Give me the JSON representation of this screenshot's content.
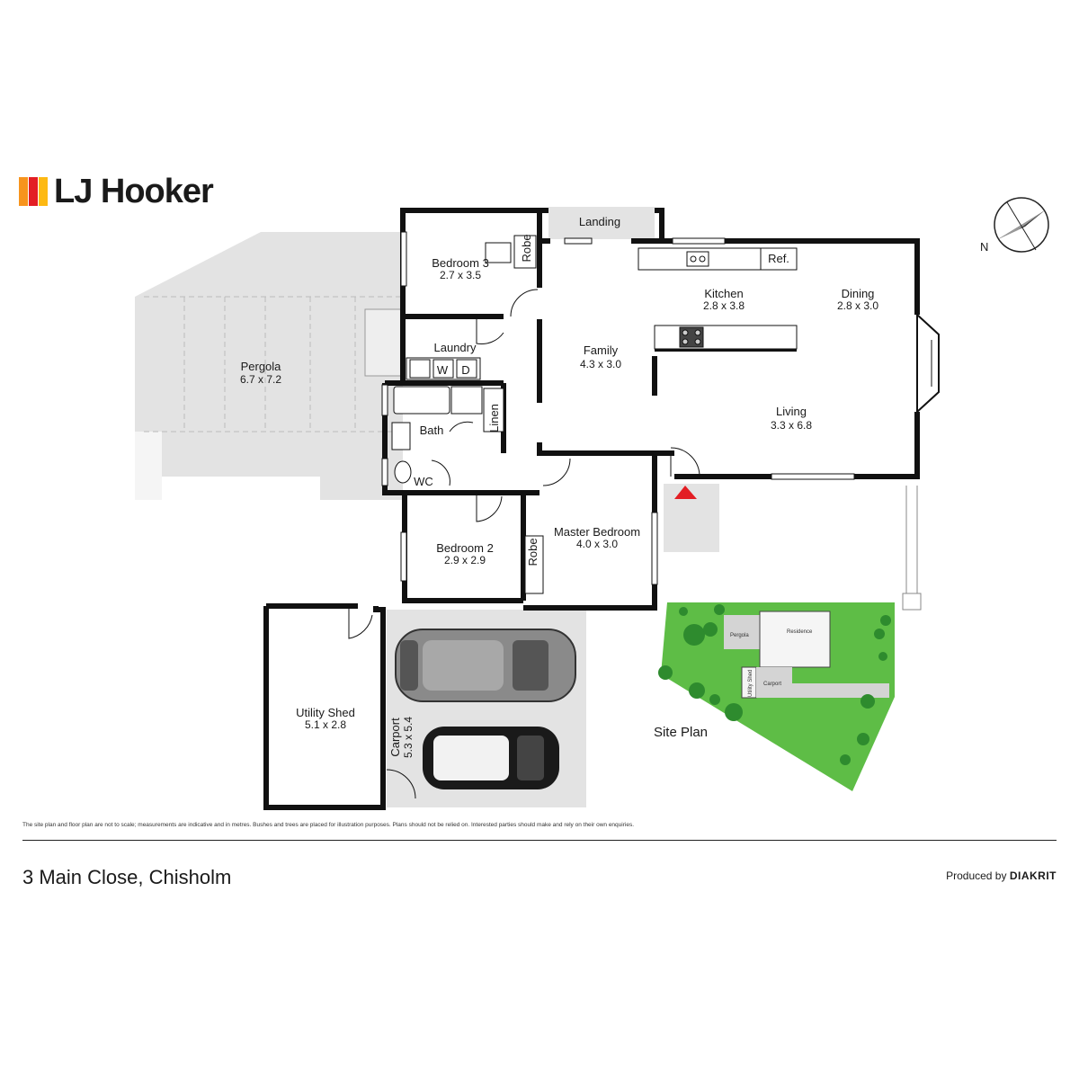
{
  "brand": {
    "name": "LJ Hooker",
    "colors": [
      "#f7941d",
      "#e31e24",
      "#fdb913"
    ]
  },
  "rooms": {
    "pergola": {
      "name": "Pergola",
      "size": "6.7 x 7.2"
    },
    "bedroom3": {
      "name": "Bedroom 3",
      "size": "2.7 x 3.5"
    },
    "robe_top": "Robe",
    "landing": "Landing",
    "ref": "Ref.",
    "kitchen": {
      "name": "Kitchen",
      "size": "2.8 x 3.8"
    },
    "dining": {
      "name": "Dining",
      "size": "2.8 x 3.0"
    },
    "laundry": "Laundry",
    "washer": "W",
    "dryer": "D",
    "family": {
      "name": "Family",
      "size": "4.3 x 3.0"
    },
    "living": {
      "name": "Living",
      "size": "3.3 x 6.8"
    },
    "bath": "Bath",
    "linen": "Linen",
    "wc": "WC",
    "bedroom2": {
      "name": "Bedroom 2",
      "size": "2.9 x 2.9"
    },
    "robe_master": "Robe",
    "master": {
      "name": "Master Bedroom",
      "size": "4.0 x 3.0"
    },
    "utility_shed": {
      "name": "Utility Shed",
      "size": "5.1 x 2.8"
    },
    "carport": {
      "name": "Carport",
      "size": "5.3 x 5.4"
    }
  },
  "site_plan": {
    "title": "Site Plan",
    "labels": {
      "pergola": "Pergola",
      "residence": "Residence",
      "utility_shed": "Utility Shed",
      "carport": "Carport"
    }
  },
  "compass": {
    "north": "N"
  },
  "footer": {
    "disclaimer": "The site plan and floor plan are not to scale; measurements are indicative and in metres. Bushes and trees are placed for illustration purposes. Plans should not be relied on. Interested parties should make and rely on their own enquiries.",
    "address": "3 Main Close, Chisholm",
    "produced_by": "Produced by",
    "producer": "DIAKRIT"
  },
  "colors": {
    "wall": "#111111",
    "outdoor": "#e3e3e3",
    "garden": "#5ebd46",
    "tree": "#2e8b2e",
    "entry_marker": "#e31e24"
  }
}
